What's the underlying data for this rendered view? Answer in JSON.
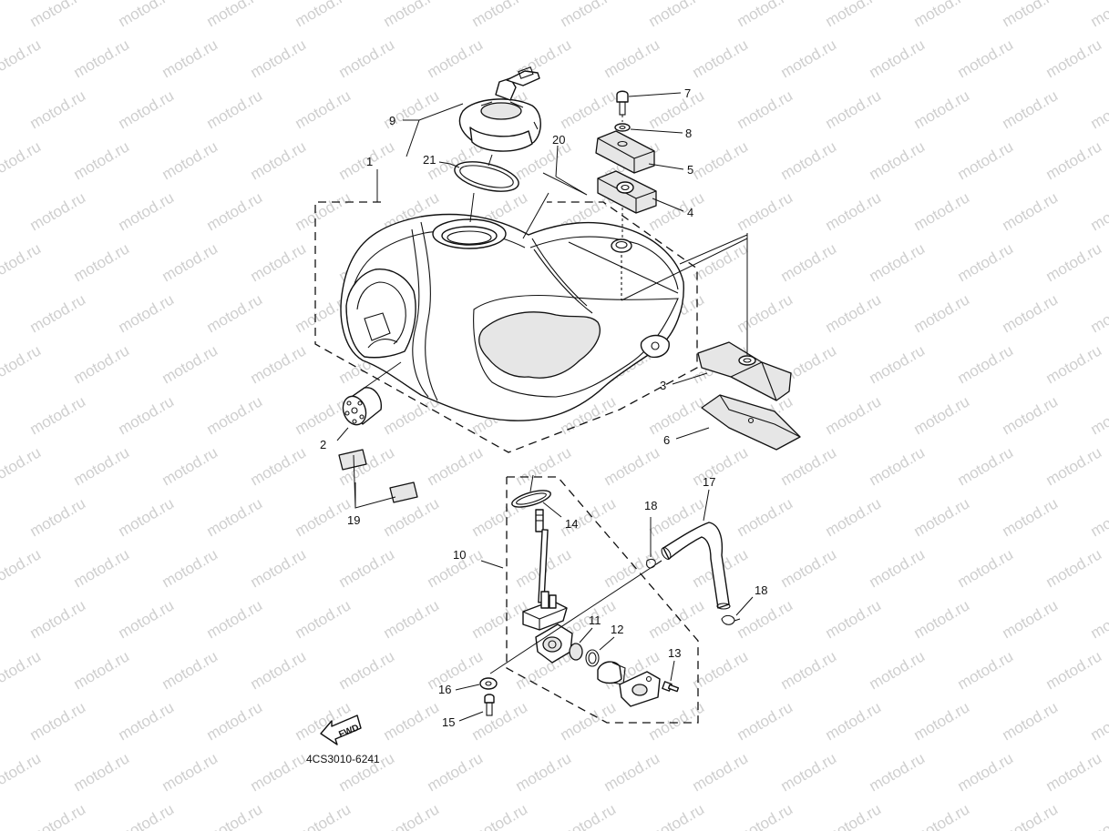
{
  "watermark": {
    "text": "motod.ru"
  },
  "diagram_code": "4CS3010-6241",
  "fwd_label": "FWD",
  "callouts": [
    {
      "id": "1",
      "label": "1"
    },
    {
      "id": "2",
      "label": "2"
    },
    {
      "id": "3",
      "label": "3"
    },
    {
      "id": "4",
      "label": "4"
    },
    {
      "id": "5",
      "label": "5"
    },
    {
      "id": "6",
      "label": "6"
    },
    {
      "id": "7",
      "label": "7"
    },
    {
      "id": "8",
      "label": "8"
    },
    {
      "id": "9",
      "label": "9"
    },
    {
      "id": "10",
      "label": "10"
    },
    {
      "id": "11",
      "label": "11"
    },
    {
      "id": "12",
      "label": "12"
    },
    {
      "id": "13",
      "label": "13"
    },
    {
      "id": "14",
      "label": "14"
    },
    {
      "id": "15",
      "label": "15"
    },
    {
      "id": "16",
      "label": "16"
    },
    {
      "id": "17",
      "label": "17"
    },
    {
      "id": "18a",
      "label": "18"
    },
    {
      "id": "18b",
      "label": "18"
    },
    {
      "id": "19",
      "label": "19"
    },
    {
      "id": "20",
      "label": "20"
    },
    {
      "id": "21",
      "label": "21"
    }
  ]
}
